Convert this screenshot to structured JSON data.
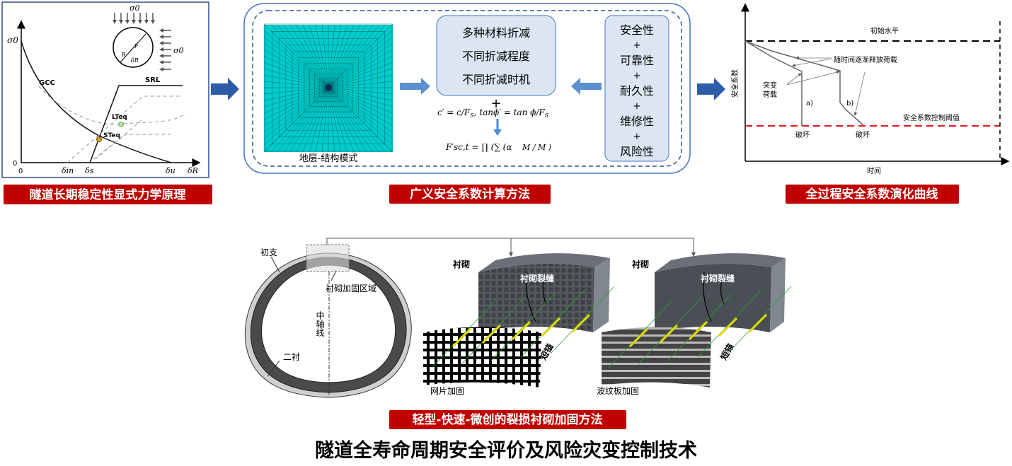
{
  "title": "隧道全寿命周期安全评价及风险灾变控制技术",
  "colors": {
    "tag_bg": "#c00000",
    "arrow": "#2e5ca8",
    "box_border": "#4472c4",
    "box_fill": "#dce6f2",
    "mesh": "#00cccc",
    "threshold": "#e02020"
  },
  "panel1": {
    "tag": "隧道长期稳定性显式力学原理",
    "sigma0_top": "σ0",
    "sigma0_right": "σ0",
    "y_sigma0": "σ0",
    "p": "P",
    "r": "R",
    "deltaR_circle": "δR",
    "gcc": "GCC",
    "srl": "SRL",
    "lteq": "LTeq",
    "steq": "STeq",
    "y_zero": "0",
    "x_zero": "0",
    "x_ticks": [
      "δin",
      "δs",
      "δu"
    ],
    "x_axis": "δR"
  },
  "panel2": {
    "tag": "广义安全系数计算方法",
    "mesh_label": "地层-结构模式",
    "reduction": [
      "多种材料折减",
      "不同折减程度",
      "不同折减时机"
    ],
    "plus": "+",
    "formula1": "c′ = c/F",
    "formula1_sub": "S",
    "formula1b": ", tanϕ′ = tan ϕ/F",
    "formula2": "F′sc,t = ∏ (∑ (α",
    "formula2_tail": "M / M )",
    "attributes": [
      "安全性",
      "+",
      "可靠性",
      "+",
      "耐久性",
      "+",
      "维修性",
      "+",
      "风险性"
    ]
  },
  "panel3": {
    "tag": "全过程安全系数演化曲线",
    "ylabel": "安全系数",
    "xlabel": "时间",
    "initial": "初始水平",
    "gradual": "随时间逐渐释放荷载",
    "sudden": [
      "突变",
      "荷载"
    ],
    "a": "a)",
    "b": "b)",
    "threshold": "安全系数控制阈值",
    "failure_a": "破坏",
    "failure_b": "破坏"
  },
  "panel4": {
    "tag": "轻型-快速-微创的裂损衬砌加固方法",
    "primary": "初支",
    "secondary": "二衬",
    "region": "衬砌加固区域",
    "axis": "中轴线",
    "lining1": "衬砌",
    "crack1": "衬砌裂缝",
    "anchor1": "短锚",
    "mesh": "网片加固",
    "lining2": "衬砌",
    "crack2": "衬砌裂缝",
    "anchor2": "短锚",
    "corrugated": "波纹板加固"
  }
}
